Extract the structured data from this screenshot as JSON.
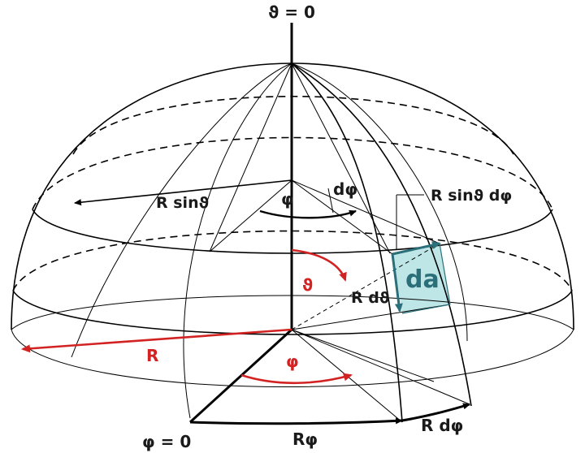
{
  "labels": {
    "theta_zero": "ϑ = 0",
    "phi_zero": "φ = 0",
    "r_sin_theta": "R sinϑ",
    "d_phi": "dφ",
    "phi_upper": "φ",
    "r_sin_theta_dphi": "R sinϑ dφ",
    "theta": "ϑ",
    "r_dtheta": "R dϑ",
    "da": "da",
    "r_radius": "R",
    "phi_lower": "φ",
    "r_phi": "Rφ",
    "r_dphi": "R dφ"
  },
  "colors": {
    "line": "#000000",
    "accent_red": "#d32222",
    "patch_fill": "#bfe6e6",
    "patch_edge": "#2b6f7a"
  }
}
